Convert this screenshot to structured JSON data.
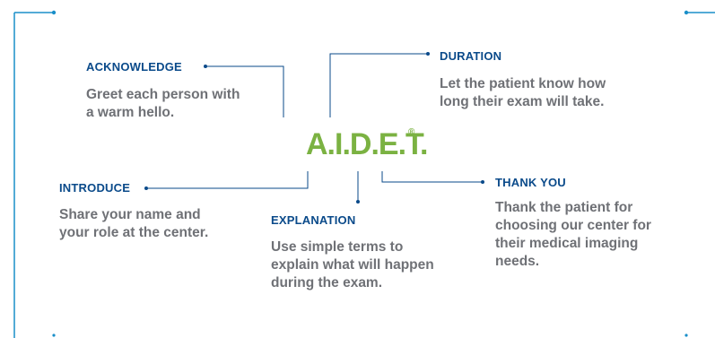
{
  "logo": {
    "text": "A.I.D.E.T.",
    "mark": "®"
  },
  "colors": {
    "heading": "#0a4a8a",
    "body": "#6f7176",
    "logo": "#7bb242",
    "line": "#0a4a8a",
    "frame": "#1a8fc9"
  },
  "steps": {
    "acknowledge": {
      "title": "ACKNOWLEDGE",
      "lines": [
        "Greet each person with",
        "a warm hello."
      ]
    },
    "duration": {
      "title": "DURATION",
      "lines": [
        "Let the patient know how",
        "long their exam will take."
      ]
    },
    "introduce": {
      "title": "INTRODUCE",
      "lines": [
        "Share your name and",
        "your role at the center."
      ]
    },
    "explanation": {
      "title": "EXPLANATION",
      "lines": [
        "Use simple terms to",
        "explain what will happen",
        "during the exam."
      ]
    },
    "thankyou": {
      "title": "THANK YOU",
      "lines": [
        "Thank the patient for",
        "choosing our center for",
        "their medical imaging",
        "needs."
      ]
    }
  }
}
